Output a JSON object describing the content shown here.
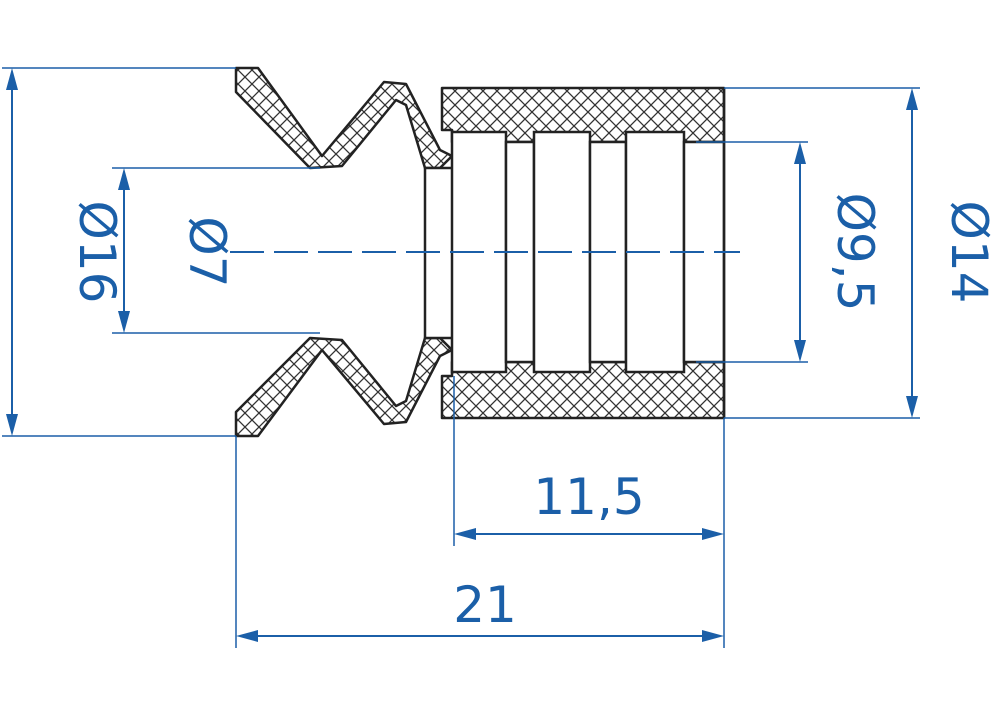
{
  "dimensions": {
    "overall_diameter": "Ø16",
    "inner_diameter": "Ø7",
    "bore_diameter": "Ø9,5",
    "outer_diameter": "Ø14",
    "body_length": "11,5",
    "total_length": "21"
  },
  "colors": {
    "dimension": "#1b5fa8",
    "outline": "#222222"
  }
}
